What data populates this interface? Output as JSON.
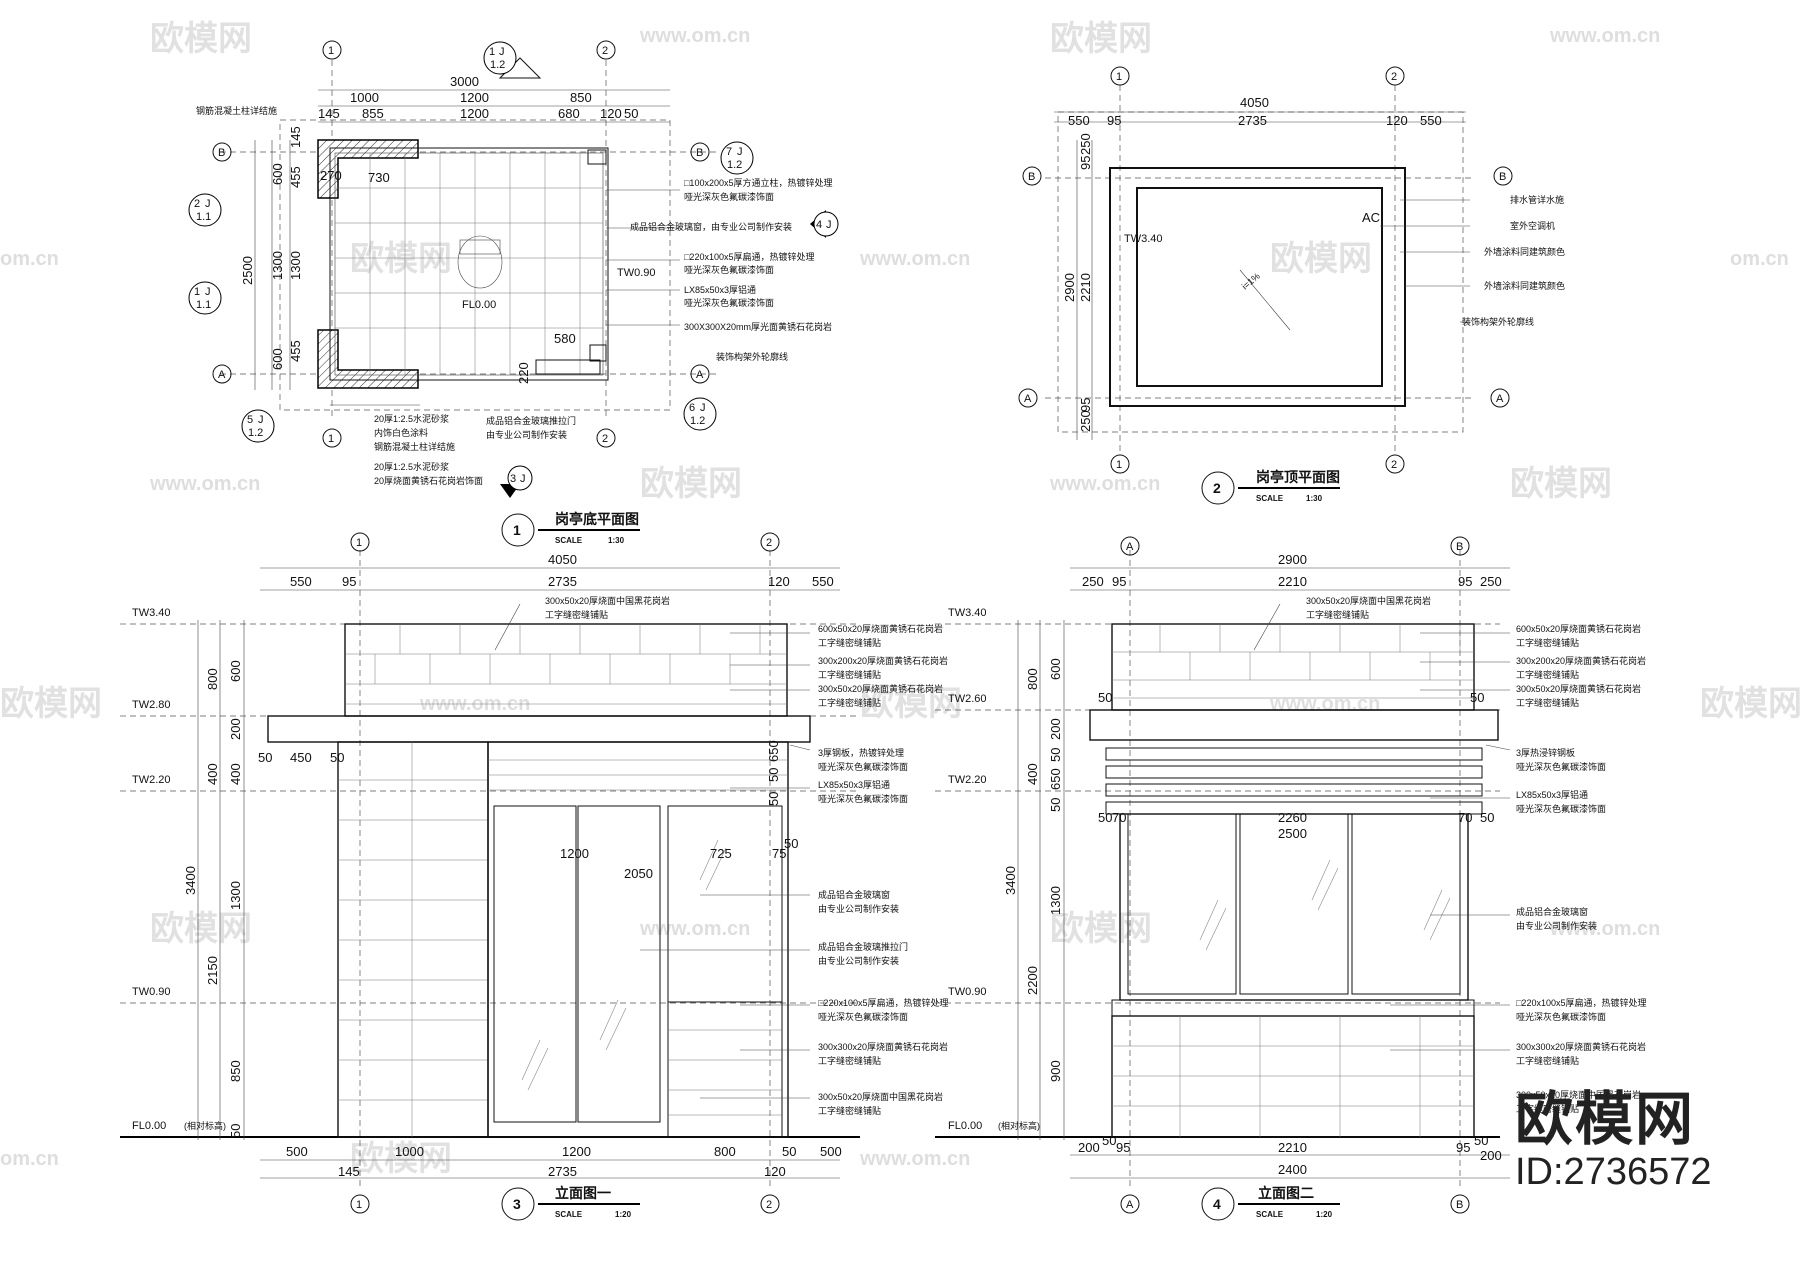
{
  "plan_bottom": {
    "title": "岗亭底平面图",
    "number": "1",
    "scale_label": "SCALE",
    "scale": "1:30",
    "grid": {
      "c1": "1",
      "c2": "2",
      "rA": "A",
      "rB": "B"
    },
    "dims_top": {
      "total": "3000",
      "a": "1000",
      "b": "1200",
      "c": "850",
      "d1": "145",
      "d2": "855",
      "d3": "1200",
      "d4": "680",
      "d5": "120",
      "d6": "50"
    },
    "dims_left": {
      "total": "2500",
      "a": "600",
      "b": "1300",
      "c": "600",
      "d1": "455",
      "d2": "145",
      "d3": "455"
    },
    "dims_inner": {
      "a": "270",
      "b": "730",
      "c": "580",
      "d": "220"
    },
    "level": "FL0.00",
    "level2": "TW0.90",
    "callouts": {
      "c1": "1",
      "c1b": "J",
      "c1c": "1.2",
      "c2": "7",
      "c2b": "J",
      "c2c": "1.2",
      "c3": "2",
      "c3b": "J",
      "c3c": "1.1",
      "c4": "1",
      "c4b": "J",
      "c4c": "1.1",
      "c5": "4",
      "c5b": "J",
      "c6": "5",
      "c6b": "J",
      "c6c": "1.2",
      "c7": "6",
      "c7b": "J",
      "c7c": "1.2",
      "c8": "3",
      "c8b": "J"
    },
    "notes": {
      "n0": "钢筋混凝土柱详结施",
      "n1": "□100x200x5厚方通立柱，热镀锌处理",
      "n1b": "哑光深灰色氟碳漆饰面",
      "n2": "成品铝合金玻璃窗，由专业公司制作安装",
      "n3": "□220x100x5厚扁通，热镀锌处理",
      "n3b": "哑光深灰色氟碳漆饰面",
      "n4": "LX85x50x3厚铝通",
      "n4b": "哑光深灰色氟碳漆饰面",
      "n5": "300X300X20mm厚光面黄锈石花岗岩",
      "n6": "装饰构架外轮廓线",
      "n7": "20厚1:2.5水泥砂浆",
      "n7b": "内饰白色涂料",
      "n7c": "钢筋混凝土柱详结施",
      "n8": "20厚1:2.5水泥砂浆",
      "n8b": "20厚烧面黄锈石花岗岩饰面",
      "n9": "成品铝合金玻璃推拉门",
      "n9b": "由专业公司制作安装"
    }
  },
  "plan_roof": {
    "title": "岗亭顶平面图",
    "number": "2",
    "scale_label": "SCALE",
    "scale": "1:30",
    "grid": {
      "c1": "1",
      "c2": "2",
      "rA": "A",
      "rB": "B"
    },
    "dims_top": {
      "total": "4050",
      "a": "550",
      "b": "95",
      "c": "2735",
      "d": "120",
      "e": "550"
    },
    "dims_left": {
      "total": "2900",
      "a": "2210",
      "b": "95",
      "c": "250",
      "d": "95",
      "e": "250"
    },
    "level": "TW3.40",
    "ac": "AC",
    "slope": "i=1%",
    "notes": {
      "n1": "排水管详水施",
      "n2": "室外空调机",
      "n3": "外墙涂料同建筑颜色",
      "n4": "外墙涂料同建筑颜色",
      "n5": "装饰构架外轮廓线"
    }
  },
  "elev1": {
    "title": "立面图一",
    "number": "3",
    "scale_label": "SCALE",
    "scale": "1:20",
    "grid": {
      "c1": "1",
      "c2": "2"
    },
    "dims_top": {
      "total": "4050",
      "a": "550",
      "b": "95",
      "c": "2735",
      "d": "120",
      "e": "550"
    },
    "dims_bottom": {
      "a": "500",
      "b": "1000",
      "c": "1200",
      "d": "800",
      "e": "50",
      "f": "500",
      "g": "145",
      "h": "2735",
      "i": "120"
    },
    "dims_left": {
      "total": "3400",
      "a": "800",
      "b": "600",
      "c": "200",
      "d": "400",
      "e": "400",
      "f": "1300",
      "g": "2150",
      "h": "850",
      "i": "50"
    },
    "dims_inner": {
      "a": "50",
      "b": "450",
      "c": "50",
      "d": "1200",
      "e": "725",
      "f": "75",
      "g": "2050",
      "h": "50",
      "i": "50",
      "j": "50",
      "k": "650"
    },
    "levels": {
      "l1": "TW3.40",
      "l2": "TW2.80",
      "l3": "TW2.20",
      "l4": "TW0.90",
      "l5": "FL0.00",
      "l5b": "(相对标高)"
    },
    "notes": {
      "n1": "300x50x20厚烧面中国黑花岗岩",
      "n1b": "工字缝密缝铺贴",
      "n2": "600x50x20厚烧面黄锈石花岗岩",
      "n2b": "工字缝密缝铺贴",
      "n3": "300x200x20厚烧面黄锈石花岗岩",
      "n3b": "工字缝密缝铺贴",
      "n4": "300x50x20厚烧面黄锈石花岗岩",
      "n4b": "工字缝密缝铺贴",
      "n5": "3厚钢板，热镀锌处理",
      "n5b": "哑光深灰色氟碳漆饰面",
      "n6": "LX85x50x3厚铝通",
      "n6b": "哑光深灰色氟碳漆饰面",
      "n7": "成品铝合金玻璃窗",
      "n7b": "由专业公司制作安装",
      "n8": "成品铝合金玻璃推拉门",
      "n8b": "由专业公司制作安装",
      "n9": "□220x100x5厚扁通，热镀锌处理",
      "n9b": "哑光深灰色氟碳漆饰面",
      "n10": "300x300x20厚烧面黄锈石花岗岩",
      "n10b": "工字缝密缝铺贴",
      "n11": "300x50x20厚烧面中国黑花岗岩",
      "n11b": "工字缝密缝铺贴"
    }
  },
  "elev2": {
    "title": "立面图二",
    "number": "4",
    "scale_label": "SCALE",
    "scale": "1:20",
    "grid": {
      "cA": "A",
      "cB": "B"
    },
    "dims_top": {
      "total": "2900",
      "a": "250",
      "b": "95",
      "c": "2210",
      "d": "95",
      "e": "250"
    },
    "dims_bottom": {
      "a": "200",
      "b": "50",
      "c": "95",
      "d": "2210",
      "e": "95",
      "f": "50",
      "g": "200",
      "h": "2400"
    },
    "dims_left": {
      "total": "3400",
      "a": "600",
      "b": "800",
      "c": "200",
      "d": "400",
      "e": "50",
      "f": "650",
      "g": "50",
      "h": "1300",
      "i": "2200",
      "j": "900"
    },
    "dims_inner": {
      "a": "50",
      "b": "50",
      "c": "50",
      "d": "70",
      "e": "2260",
      "f": "2500",
      "g": "70",
      "h": "50"
    },
    "levels": {
      "l1": "TW3.40",
      "l2": "TW2.60",
      "l3": "TW2.20",
      "l4": "TW0.90",
      "l5": "FL0.00",
      "l5b": "(相对标高)"
    },
    "notes": {
      "n1": "300x50x20厚烧面中国黑花岗岩",
      "n1b": "工字缝密缝铺贴",
      "n2": "600x50x20厚烧面黄锈石花岗岩",
      "n2b": "工字缝密缝铺贴",
      "n3": "300x200x20厚烧面黄锈石花岗岩",
      "n3b": "工字缝密缝铺贴",
      "n4": "300x50x20厚烧面黄锈石花岗岩",
      "n4b": "工字缝密缝铺贴",
      "n5": "3厚热浸锌钢板",
      "n5b": "哑光深灰色氟碳漆饰面",
      "n6": "LX85x50x3厚铝通",
      "n6b": "哑光深灰色氟碳漆饰面",
      "n7": "成品铝合金玻璃窗",
      "n7b": "由专业公司制作安装",
      "n8": "□220x100x5厚扁通，热镀锌处理",
      "n8b": "哑光深灰色氟碳漆饰面",
      "n9": "300x300x20厚烧面黄锈石花岗岩",
      "n9b": "工字缝密缝铺贴",
      "n10": "300x50x20厚烧面中国黑花岗岩",
      "n10b": "工字缝密缝铺贴"
    }
  },
  "watermark": {
    "brand": "欧模网",
    "url": "www.om.cn",
    "domain": "om.cn",
    "id": "ID:2736572"
  }
}
